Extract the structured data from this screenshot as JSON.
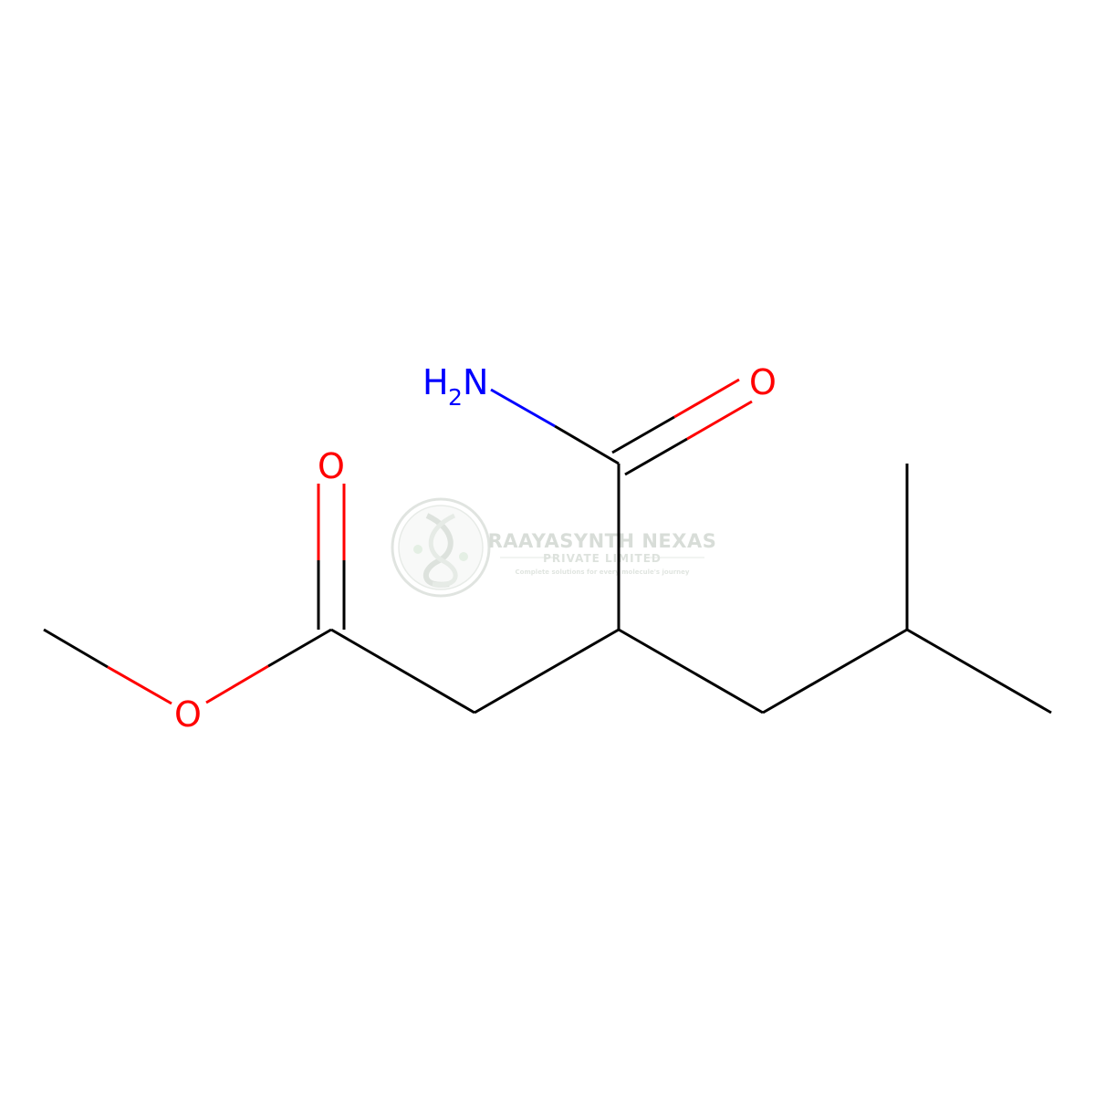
{
  "molecule": {
    "atoms": {
      "carbonyl_oxygen_ester": {
        "symbol": "O",
        "color": "#ff0000"
      },
      "ether_oxygen": {
        "symbol": "O",
        "color": "#ff0000"
      },
      "amide_nitrogen": {
        "symbol": "N",
        "prefix": "H",
        "subscript": "2",
        "color": "#0000ff"
      },
      "amide_oxygen": {
        "symbol": "O",
        "color": "#ff0000"
      }
    },
    "bond_color": "#000000"
  },
  "watermark": {
    "company_name": "RAAYASYNTH NEXAS",
    "subtitle": "PRIVATE LIMITED",
    "tagline": "Complete solutions for every molecule's journey",
    "color": "#b9c3b9"
  }
}
